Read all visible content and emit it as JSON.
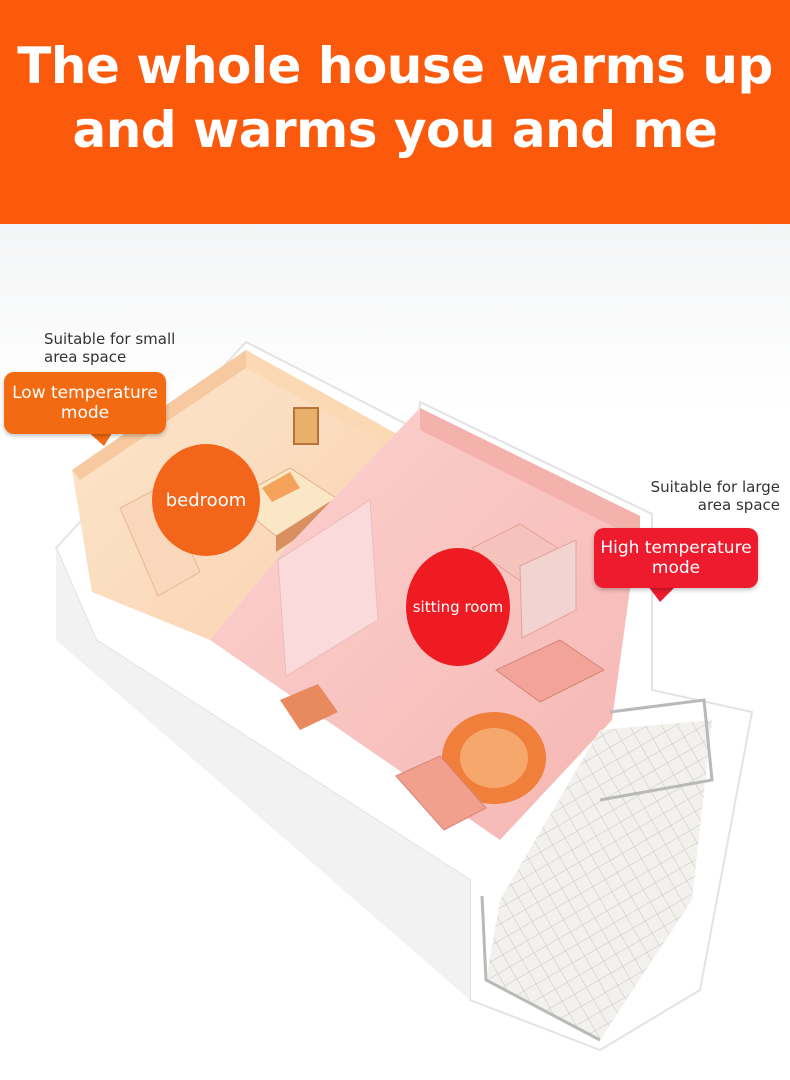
{
  "banner": {
    "title_line1": "The whole house warms up",
    "title_line2": "and warms you and me",
    "color": "#fb5a0c"
  },
  "left_note": {
    "line1": "Suitable for small",
    "line2": "area space"
  },
  "low_mode": {
    "line1": "Low temperature",
    "line2": "mode",
    "color": "#f26a12"
  },
  "right_note": {
    "line1": "Suitable for large",
    "line2": "area space"
  },
  "high_mode": {
    "line1": "High temperature",
    "line2": "mode",
    "color": "#ee1a2e"
  },
  "rooms": {
    "bedroom": "bedroom",
    "sitting_room": "sitting room"
  }
}
